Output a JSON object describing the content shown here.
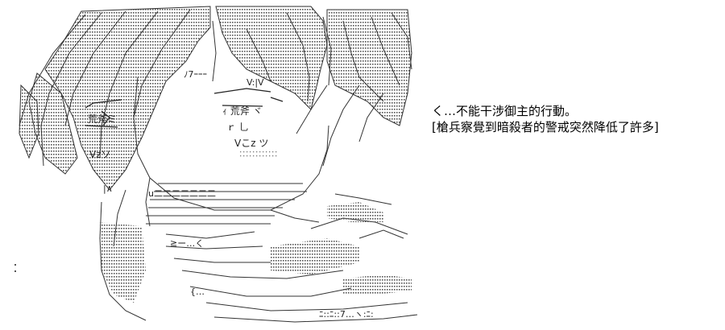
{
  "dialogue": {
    "speech": "く…不能干涉御主的行動。",
    "narration": "[槍兵察覺到暗殺者的警戒突然降低了許多]"
  },
  "ascii_art": {
    "glyph_fragments": {
      "eyes_left": "ｨ 荒斧 ヾ",
      "eyes_right": "荒斧ミ",
      "brow_right": "V:|V",
      "cheek_right": "Vこz ツ",
      "cheek_left": "Vzソ",
      "nose": "ｒ 乚",
      "hair_kana": "ﾉ7ｰｰｰ",
      "mouth": "u二二二二二二二",
      "chin": "≧ー…く",
      "neck_left": "|∧",
      "collar": "{…",
      "shoulder": "ﾆ::ﾆ::7…ヽ:ﾆ:"
    },
    "ink_color": "#333333"
  }
}
